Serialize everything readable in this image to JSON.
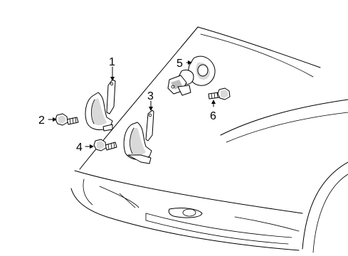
{
  "callouts": [
    {
      "id": "1",
      "label": "1",
      "part": "horn-bracket-upper"
    },
    {
      "id": "2",
      "label": "2",
      "part": "bolt-left"
    },
    {
      "id": "3",
      "label": "3",
      "part": "horn-bracket-lower"
    },
    {
      "id": "4",
      "label": "4",
      "part": "bolt-center"
    },
    {
      "id": "5",
      "label": "5",
      "part": "horn-snail"
    },
    {
      "id": "6",
      "label": "6",
      "part": "bolt-right"
    }
  ]
}
